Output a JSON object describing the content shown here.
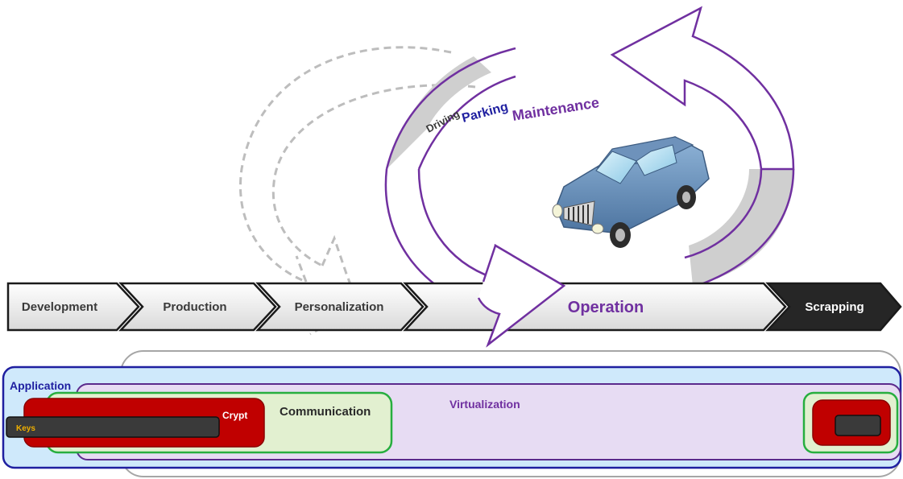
{
  "lifecycle": {
    "stages": [
      "Development",
      "Production",
      "Personalization",
      "Operation",
      "Scrapping"
    ]
  },
  "operation_cycle": {
    "driving": "Driving",
    "parking": "Parking",
    "maintenance": "Maintenance"
  },
  "layers": {
    "application": "Application",
    "virtualization": "Virtualization",
    "communication": "Communication",
    "crypt": "Crypt",
    "keys": "Keys"
  },
  "colors": {
    "purple": "#7030a0",
    "navy": "#1f1fa0",
    "green": "#27ae3f",
    "red": "#c00000",
    "dark": "#2a2a2a",
    "light_blue": "#cfe9fb",
    "lavender": "#e7dcf3",
    "light_green": "#e2f0d0",
    "keys_text": "#f0b000"
  },
  "icons": [
    "car-icon",
    "dashed-loop-arrow-icon",
    "circular-arrow-icon"
  ]
}
